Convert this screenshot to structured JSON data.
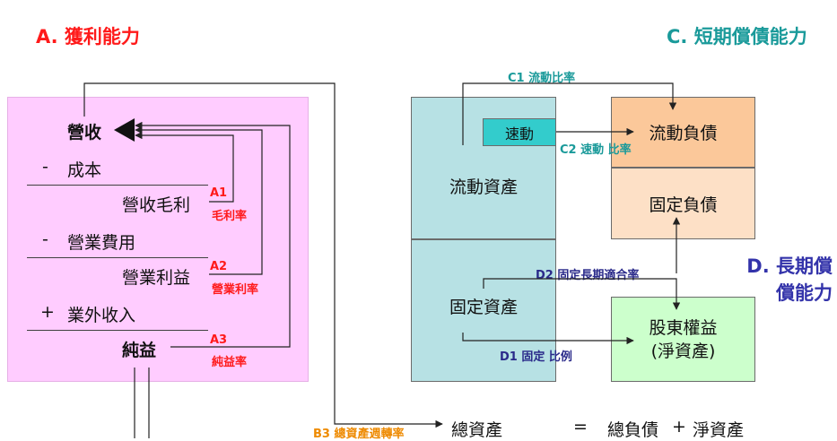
{
  "sections": {
    "a_title": "A. 獲利能力",
    "c_title": "C. 短期償債能力",
    "d_title_line1": "D. 長期償",
    "d_title_line2": "償能力"
  },
  "income": {
    "revenue": "營收",
    "cost_op": "-",
    "cost": "成本",
    "gross_profit": "營收毛利",
    "opex_op": "-",
    "opex": "營業費用",
    "operating_income": "營業利益",
    "nonop_op": "+",
    "nonop": "業外收入",
    "net_income": "純益"
  },
  "ratios": {
    "a1_code": "A1",
    "a1_label": "毛利率",
    "a2_code": "A2",
    "a2_label": "營業利率",
    "a3_code": "A3",
    "a3_label": "純益率",
    "b3_label": "B3 總資產週轉率",
    "c1_label": "C1 流動比率",
    "c2_label": "C2 速動 比率",
    "d1_label": "D1 固定 比例",
    "d2_label": "D2 固定長期適合率"
  },
  "balance": {
    "current_assets": "流動資產",
    "quick": "速動",
    "fixed_assets": "固定資產",
    "current_liabilities": "流動負債",
    "fixed_liabilities": "固定負債",
    "equity_line1": "股東權益",
    "equity_line2": "(淨資產)"
  },
  "equation": {
    "total_assets": "總資產",
    "equals": "=",
    "total_liabilities": "總負債",
    "plus": "+",
    "net_assets": "淨資產"
  },
  "colors": {
    "pink_panel": "#ffccff",
    "teal_box": "#b7e1e4",
    "quick_box": "#33cccc",
    "orange_box": "#fbc89a",
    "peach_box": "#fde0c6",
    "green_box": "#ccffcc",
    "red": "#ff1a1a",
    "teal": "#1a9a9a",
    "navy": "#2a2a8a",
    "orange": "#ee8a00"
  }
}
